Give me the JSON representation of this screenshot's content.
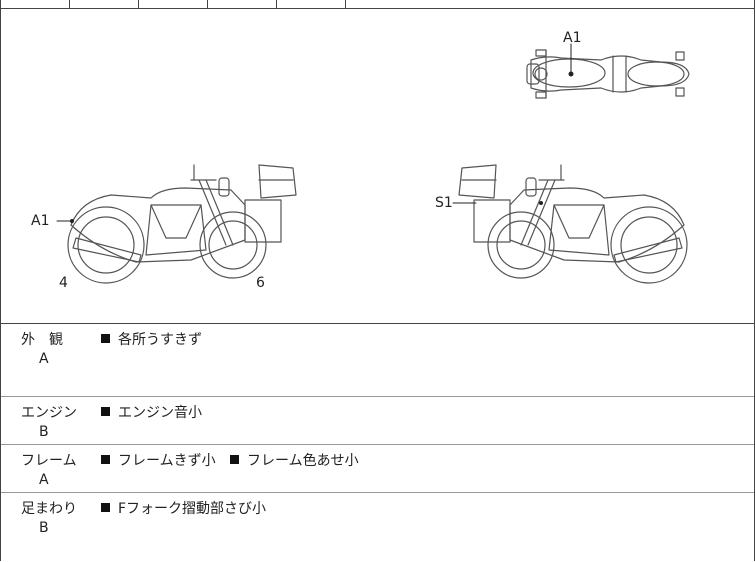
{
  "diagram": {
    "labels": {
      "top_marker": "A1",
      "left_marker": "A1",
      "left_front": "4",
      "left_rear": "6",
      "right_marker": "S1"
    }
  },
  "sections": [
    {
      "name": "外　観",
      "grade": "A",
      "notes": [
        "各所うすきず"
      ]
    },
    {
      "name": "エンジン",
      "grade": "B",
      "notes": [
        "エンジン音小"
      ]
    },
    {
      "name": "フレーム",
      "grade": "A",
      "notes": [
        "フレームきず小",
        "フレーム色あせ小"
      ]
    },
    {
      "name": "足まわり",
      "grade": "B",
      "notes": [
        "Fフォーク摺動部さび小"
      ]
    }
  ]
}
